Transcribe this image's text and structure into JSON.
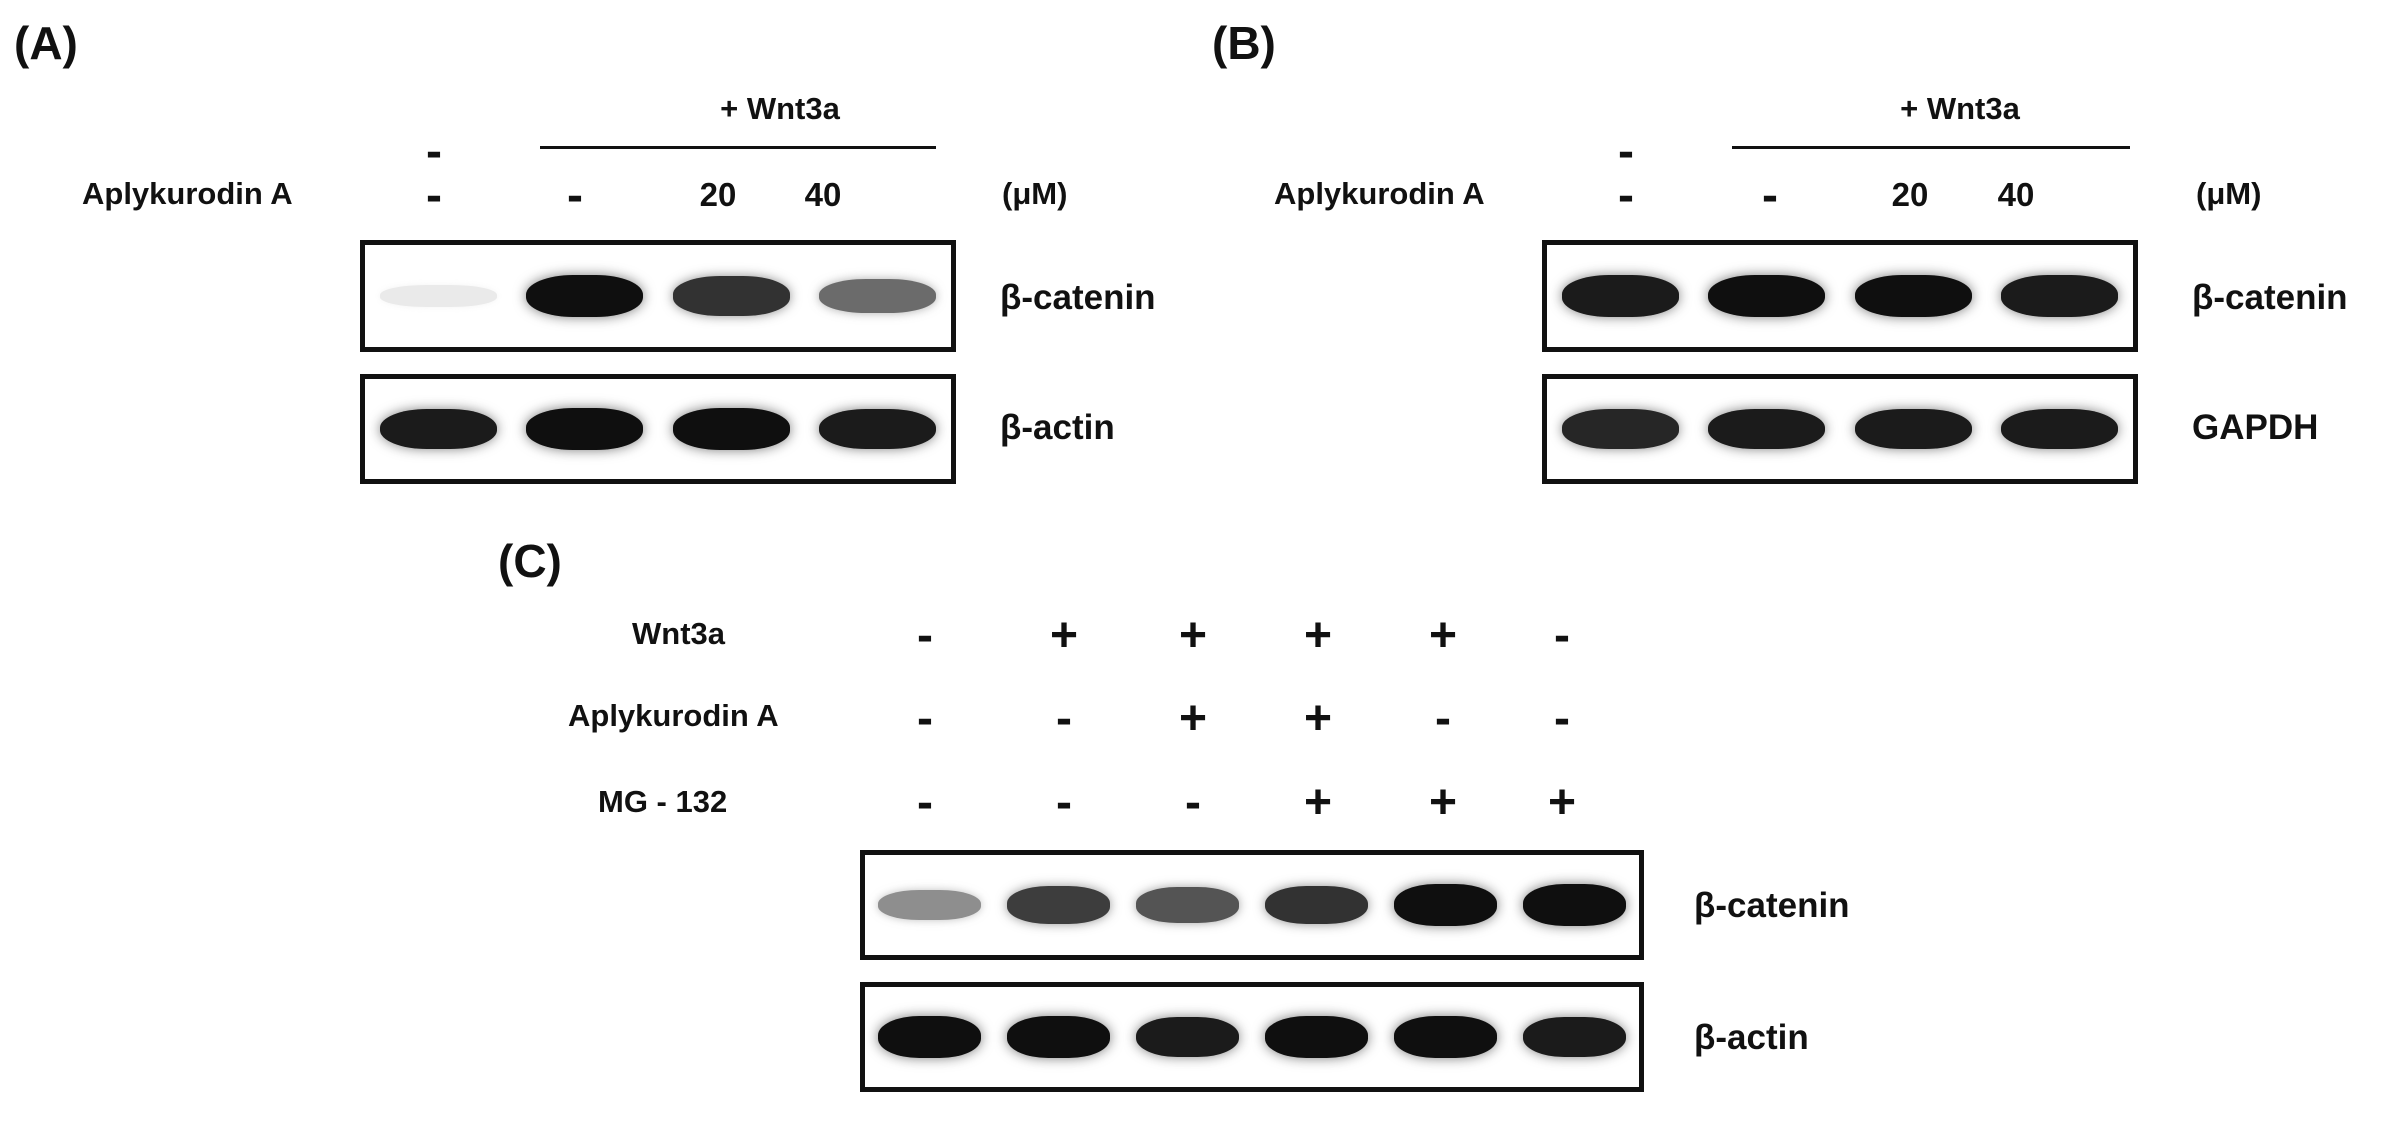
{
  "panel_a": {
    "label": "(A)",
    "group_header": "+ Wnt3a",
    "unit": "(μM)",
    "treatments": [
      {
        "name": "",
        "lanes": [
          "-"
        ]
      },
      {
        "name": "Aplykurodin A",
        "lanes": [
          "-",
          "-",
          "20",
          "40"
        ]
      }
    ],
    "blots": [
      {
        "label": "β-catenin",
        "band_intensity": [
          0.05,
          1.0,
          0.85,
          0.6
        ]
      },
      {
        "label": "β-actin",
        "band_intensity": [
          0.95,
          1.0,
          1.0,
          0.95
        ]
      }
    ]
  },
  "panel_b": {
    "label": "(B)",
    "group_header": "+ Wnt3a",
    "unit": "(μM)",
    "treatments": [
      {
        "name": "",
        "lanes": [
          "-"
        ]
      },
      {
        "name": "Aplykurodin A",
        "lanes": [
          "-",
          "-",
          "20",
          "40"
        ]
      }
    ],
    "blots": [
      {
        "label": "β-catenin",
        "band_intensity": [
          0.95,
          1.0,
          1.0,
          0.95
        ]
      },
      {
        "label": "GAPDH",
        "band_intensity": [
          0.9,
          0.95,
          0.95,
          0.95
        ]
      }
    ]
  },
  "panel_c": {
    "label": "(C)",
    "treatments": [
      {
        "name": "Wnt3a",
        "lanes": [
          "-",
          "+",
          "+",
          "+",
          "+",
          "-"
        ]
      },
      {
        "name": "Aplykurodin A",
        "lanes": [
          "-",
          "-",
          "+",
          "+",
          "-",
          "-"
        ]
      },
      {
        "name": "MG - 132",
        "lanes": [
          "-",
          "-",
          "-",
          "+",
          "+",
          "+"
        ]
      }
    ],
    "blots": [
      {
        "label": "β-catenin",
        "band_intensity": [
          0.45,
          0.8,
          0.7,
          0.85,
          1.0,
          1.0
        ]
      },
      {
        "label": "β-actin",
        "band_intensity": [
          1.0,
          1.0,
          0.95,
          1.0,
          1.0,
          0.95
        ]
      }
    ]
  }
}
